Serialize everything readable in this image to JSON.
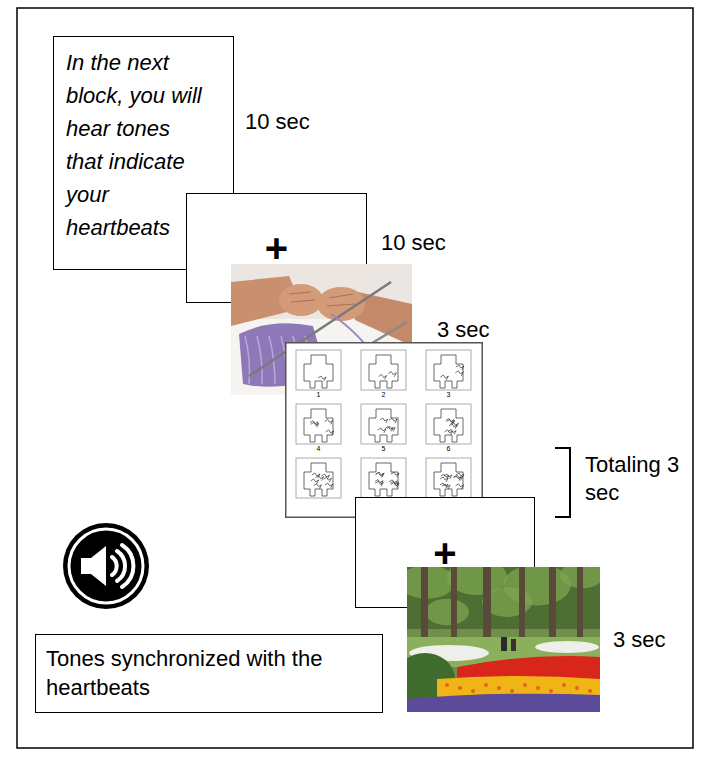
{
  "diagram": {
    "nodes": [
      {
        "text": [
          "In the next block, you will hear tones that indicate your heartbeats"
        ]
      },
      {
        "text": [
          "+"
        ]
      },
      {
        "text": [
          "+"
        ]
      },
      {
        "text": [
          "Tones synchronized with the heartbeats"
        ]
      }
    ],
    "labels": [
      "10 sec",
      "10 sec",
      "3 sec",
      "1",
      "2",
      "3",
      "4",
      "5",
      "6",
      "Totaling 3 sec",
      "3 sec"
    ]
  }
}
